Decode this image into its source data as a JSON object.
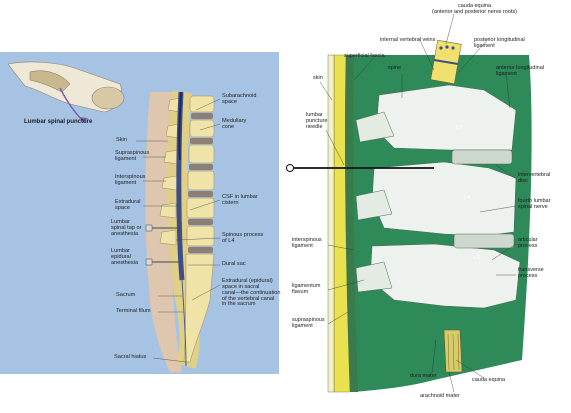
{
  "left": {
    "title": "Lumbar spinal puncture",
    "labels": {
      "skin": "Skin",
      "supraspinous": "Supraspinous\nligament",
      "interspinous": "Interspinous\nligament",
      "extradural": "Extradural\nspace",
      "lumbar_tap": "Lumbar\nspinal tap or\nanesthesia",
      "lumbar_epidural": "Lumbar\nepidural\nanesthesia",
      "sacrum": "Sacrum",
      "terminal_filum": "Terminal filum",
      "sacral_hiatus": "Sacral hiatus",
      "subarachnoid": "Subarachnoid\nspace",
      "medullary": "Medullary\ncone",
      "csf": "CSF in lumbar\ncistern",
      "spinous": "Spinous process\nof L4",
      "dural_sac": "Dural sac",
      "extradural_sacral": "Extradural (epidural)\nspace in sacral\ncanal—the continuation\nof the vertebral canal\nin the sacrum"
    }
  },
  "right": {
    "labels": {
      "cauda_top": "cauda equina\n(anterior and posterior nerve roots)",
      "internal_veins": "internal vertebral veins",
      "posterior_long": "posterior longitudinal\nligament",
      "superficial_fascia": "superficial fascia",
      "spine": "spine",
      "anterior_long": "anterior longitudinal\nligament",
      "skin": "skin",
      "lumbar_needle": "lumbar\npuncture\nneedle",
      "l3": "L3",
      "l4": "L4",
      "l5": "L5",
      "intervertebral_disc": "intervertebral\ndisc",
      "fourth_nerve": "fourth lumbar\nspinal nerve",
      "interspinous": "interspinous\nligament",
      "articular": "articular\nprocess",
      "transverse": "transverse\nprocess",
      "ligamentum_flavum": "ligamentum\nflavum",
      "supraspinous": "supraspinous\nligament",
      "dura": "dura mater",
      "cauda_bottom": "cauda equina",
      "arachnoid": "arachnoid mater"
    }
  },
  "colors": {
    "left_background": "#a7c3e4",
    "bone": "#efe3a8",
    "disc": "#8e7f76",
    "dura": "#3e4e86",
    "right_background": "#2f8a59",
    "right_bone": "#eef2ee",
    "fat": "#e9e14f"
  }
}
